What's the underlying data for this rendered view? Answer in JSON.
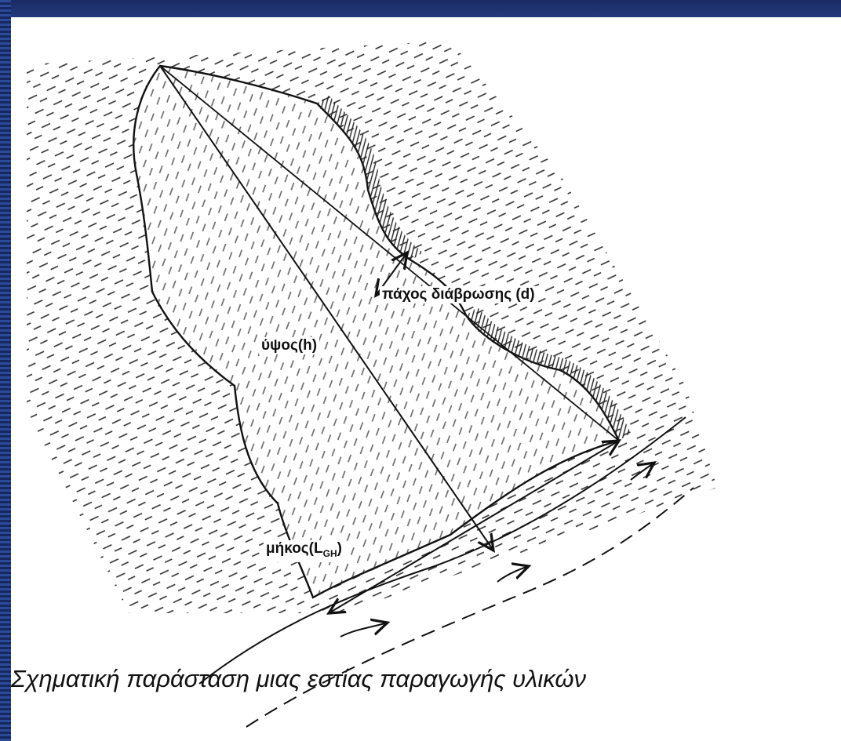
{
  "labels": {
    "thickness": "πάχος διάβρωσης (d)",
    "height": "ύψος(h)",
    "length_prefix": "μήκος(L",
    "length_sub": "GH",
    "length_suffix": ")"
  },
  "caption": "Σχηματική παράσταση μιας εστίας παραγωγής υλικών"
}
